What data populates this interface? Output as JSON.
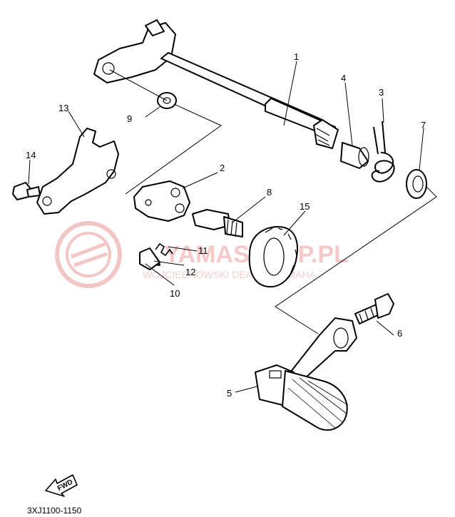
{
  "diagram": {
    "callouts": [
      {
        "id": "1",
        "label": "1"
      },
      {
        "id": "2",
        "label": "2"
      },
      {
        "id": "3",
        "label": "3"
      },
      {
        "id": "4",
        "label": "4"
      },
      {
        "id": "5",
        "label": "5"
      },
      {
        "id": "6",
        "label": "6"
      },
      {
        "id": "7",
        "label": "7"
      },
      {
        "id": "8",
        "label": "8"
      },
      {
        "id": "9",
        "label": "9"
      },
      {
        "id": "10",
        "label": "10"
      },
      {
        "id": "11",
        "label": "11"
      },
      {
        "id": "12",
        "label": "12"
      },
      {
        "id": "13",
        "label": "13"
      },
      {
        "id": "14",
        "label": "14"
      },
      {
        "id": "15",
        "label": "15"
      }
    ],
    "fwd_label": "FWD",
    "drawing_code": "3XJ1100-1150"
  },
  "watermark": {
    "main": "YAMASKLEP.PL",
    "sub": "WOJCIECHOWSKI DEALER YAMAHA"
  }
}
